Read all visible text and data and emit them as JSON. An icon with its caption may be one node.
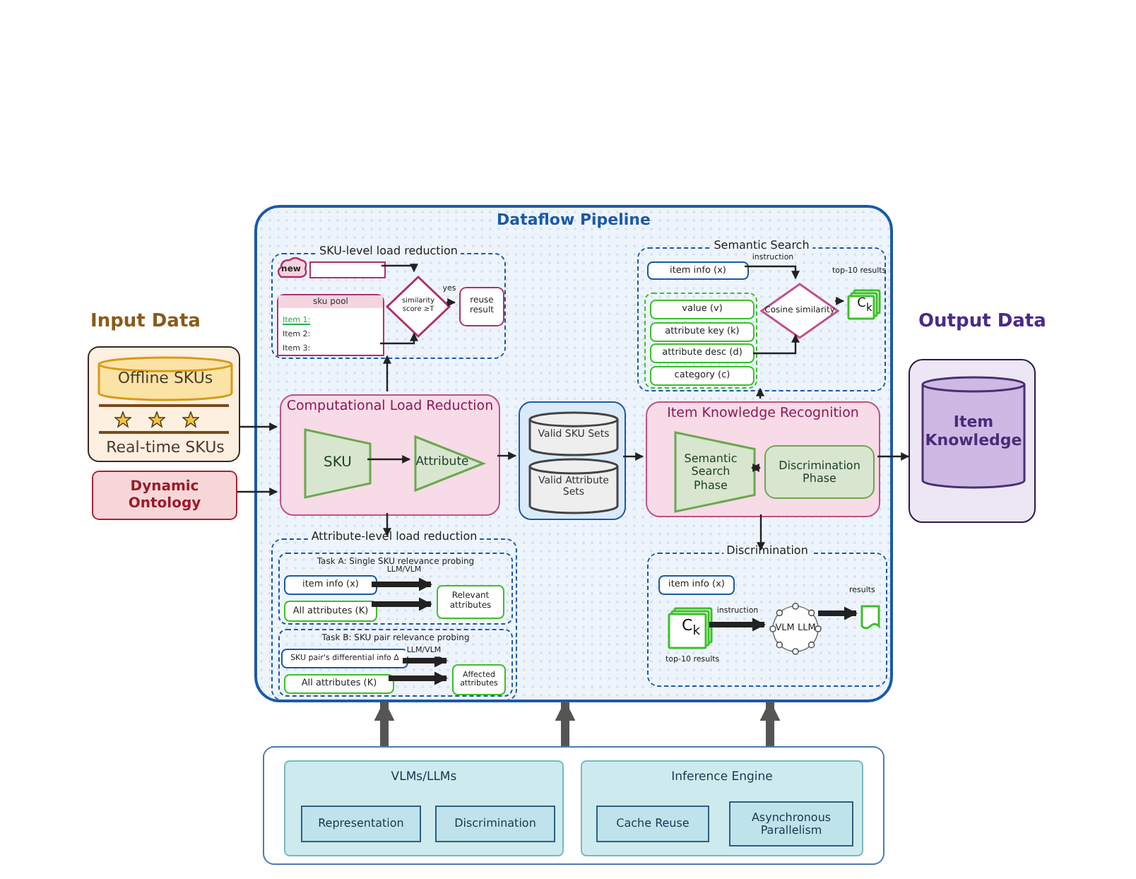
{
  "diagram": {
    "nodes": [
      {
        "text": [],
        "shape": "box"
      },
      {
        "text": [
          "Offline SKUs"
        ],
        "in": 0
      },
      {
        "text": [
          "Real-time SKUs"
        ],
        "in": 0
      },
      {
        "text": [
          "Dynamic Ontology"
        ]
      },
      {
        "text": [
          "Dataflow Pipeline"
        ]
      },
      {
        "text": [
          "SKU-level load reduction"
        ],
        "in": 4
      },
      {
        "text": [
          "new"
        ],
        "in": 5
      },
      {
        "text": [],
        "shape": "box",
        "in": 5
      },
      {
        "text": [
          "sku pool",
          "Item 1:",
          "Item 2:",
          "Item 3:"
        ],
        "in": 5
      },
      {
        "text": [
          "similarity score ≥T"
        ],
        "in": 5
      },
      {
        "text": [
          "reuse result"
        ],
        "in": 5
      },
      {
        "text": [
          "Computational Load Reduction"
        ],
        "in": 4
      },
      {
        "text": [
          "SKU"
        ],
        "in": 11
      },
      {
        "text": [
          "Attribute"
        ],
        "in": 11
      },
      {
        "text": [
          "Attribute-level load reduction"
        ],
        "in": 4
      },
      {
        "text": [
          "Task A: Single SKU relevance probing"
        ],
        "in": 14
      },
      {
        "text": [
          "item info (x)"
        ],
        "in": 15
      },
      {
        "text": [
          "All attributes (K)"
        ],
        "in": 15
      },
      {
        "text": [
          "Relevant attributes"
        ],
        "in": 15
      },
      {
        "text": [
          "Task B: SKU pair relevance probing"
        ],
        "in": 14
      },
      {
        "text": [
          "SKU pair's differential info Δ"
        ],
        "in": 19
      },
      {
        "text": [
          "All attributes (K)"
        ],
        "in": 19
      },
      {
        "text": [
          "Affected attributes"
        ],
        "in": 19
      },
      {
        "text": [],
        "shape": "box",
        "in": 4
      },
      {
        "text": [
          "Valid SKU Sets"
        ],
        "in": 23
      },
      {
        "text": [
          "Valid Attribute Sets"
        ],
        "in": 23
      },
      {
        "text": [
          "Semantic Search"
        ],
        "in": 4
      },
      {
        "text": [
          "item info (x)"
        ],
        "in": 26
      },
      {
        "text": [],
        "shape": "box",
        "in": 26
      },
      {
        "text": [
          "value (v)"
        ],
        "in": 28
      },
      {
        "text": [
          "attribute key (k)"
        ],
        "in": 28
      },
      {
        "text": [
          "attribute desc (d)"
        ],
        "in": 28
      },
      {
        "text": [
          "category (c)"
        ],
        "in": 28
      },
      {
        "text": [
          "Cosine similarity"
        ],
        "in": 26
      },
      {
        "text": [
          "C$_{k}$"
        ],
        "in": 26
      },
      {
        "text": [
          "Item Knowledge Recognition"
        ],
        "in": 4
      },
      {
        "text": [
          "Semantic Search Phase"
        ],
        "in": 35
      },
      {
        "text": [
          "Discrimination Phase"
        ],
        "in": 35
      },
      {
        "text": [
          "Discrimination"
        ],
        "in": 4
      },
      {
        "text": [
          "item info (x)"
        ],
        "in": 38
      },
      {
        "text": [
          "C$_{k}$"
        ],
        "beside": [
          "top-10 results"
        ],
        "in": 38
      },
      {
        "text": [
          "VLM LLM"
        ],
        "in": 38
      },
      {
        "text": [],
        "shape": "document",
        "beside": [
          "results"
        ],
        "in": 38
      },
      {
        "text": [],
        "shape": "box"
      },
      {
        "text": [
          "Item Knowledge"
        ],
        "in": 43
      },
      {
        "text": [],
        "shape": "box"
      },
      {
        "text": [
          "VLMs/LLMs"
        ],
        "in": 45
      },
      {
        "text": [
          "Representation"
        ],
        "in": 46
      },
      {
        "text": [
          "Discrimination"
        ],
        "in": 46
      },
      {
        "text": [
          "Inference Engine"
        ],
        "in": 45
      },
      {
        "text": [
          "Cache Reuse"
        ],
        "in": 49
      },
      {
        "text": [
          "Asynchronous Parallelism"
        ],
        "in": 49
      }
    ],
    "edges": [
      {
        "from": 0,
        "to": 11,
        "arrow": "to"
      },
      {
        "from": 3,
        "to": 11,
        "arrow": "to"
      },
      {
        "from": 7,
        "to": 9,
        "arrow": "to"
      },
      {
        "from": 8,
        "to": 9,
        "arrow": "to"
      },
      {
        "from": 9,
        "to": 10,
        "arrow": "to",
        "label": "yes"
      },
      {
        "from": 11,
        "to": 5,
        "arrow": "to"
      },
      {
        "from": 11,
        "to": 14,
        "arrow": "to"
      },
      {
        "from": 12,
        "to": 13,
        "arrow": "to"
      },
      {
        "from": 11,
        "to": 23,
        "arrow": "to"
      },
      {
        "from": 23,
        "to": 35,
        "arrow": "to"
      },
      {
        "from": 35,
        "to": 26,
        "arrow": "to"
      },
      {
        "from": 35,
        "to": 38,
        "arrow": "to"
      },
      {
        "from": 35,
        "to": 43,
        "arrow": "to"
      },
      {
        "from": 36,
        "to": 37,
        "arrow": "both"
      },
      {
        "from": 27,
        "to": 33,
        "arrow": "to",
        "label": "instruction"
      },
      {
        "from": 28,
        "to": 33,
        "arrow": "to"
      },
      {
        "from": 33,
        "to": 34,
        "arrow": "to"
      },
      {
        "from": 16,
        "to": 18,
        "arrow": "to",
        "label": "LLM/VLM",
        "style": "thick"
      },
      {
        "from": 17,
        "to": 18,
        "arrow": "to",
        "style": "thick"
      },
      {
        "from": 20,
        "to": 22,
        "arrow": "to",
        "label": "LLM/VLM",
        "style": "thick"
      },
      {
        "from": 21,
        "to": 22,
        "arrow": "to",
        "style": "thick"
      },
      {
        "from": 40,
        "to": 41,
        "arrow": "to",
        "label": "instruction",
        "style": "thick"
      },
      {
        "from": 41,
        "to": 42,
        "arrow": "to",
        "style": "thick"
      },
      {
        "from": 45,
        "to": 4,
        "arrow": "to",
        "style": "thick",
        "color": "#555555"
      },
      {
        "from": 45,
        "to": 4,
        "arrow": "to",
        "style": "thick",
        "color": "#555555"
      },
      {
        "from": 45,
        "to": 4,
        "arrow": "to",
        "style": "thick",
        "color": "#555555"
      }
    ],
    "labels": [
      "Input Data",
      "top-10 results",
      "Output Data"
    ]
  }
}
